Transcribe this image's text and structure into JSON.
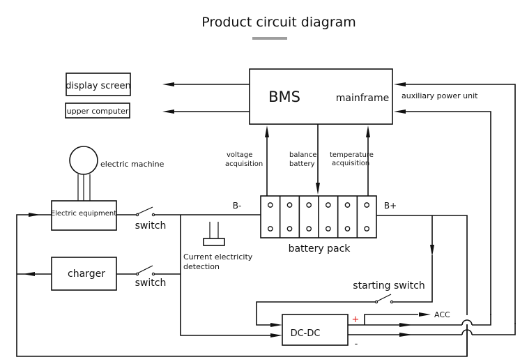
{
  "title": "Product circuit diagram",
  "colors": {
    "title_underline": "#9e9e9e",
    "plus_sign": "#e0201c",
    "line": "#111111"
  },
  "blocks": {
    "display_screen": "display screen",
    "upper_computer": "upper computer",
    "bms": "BMS",
    "mainframe": "mainframe",
    "auxiliary_power_unit": "auxiliary power unit",
    "electric_machine": "electric machine",
    "electric_equipment": "Electric equipment",
    "charger": "charger",
    "battery_pack": "battery pack",
    "dc_dc": "DC-DC",
    "current_detection_line1": "Current electricity",
    "current_detection_line2": "detection"
  },
  "signals": {
    "voltage_line1": "voltage",
    "voltage_line2": "acquisition",
    "balance_line1": "balance",
    "balance_line2": "battery",
    "temperature_line1": "temperature",
    "temperature_line2": "acquisition"
  },
  "terminals": {
    "b_minus": "B-",
    "b_plus": "B+",
    "plus": "+",
    "minus": "-",
    "acc": "ACC"
  },
  "switches": {
    "switch_1": "switch",
    "switch_2": "switch",
    "starting_switch": "starting switch"
  },
  "battery": {
    "cell_count": 6
  }
}
